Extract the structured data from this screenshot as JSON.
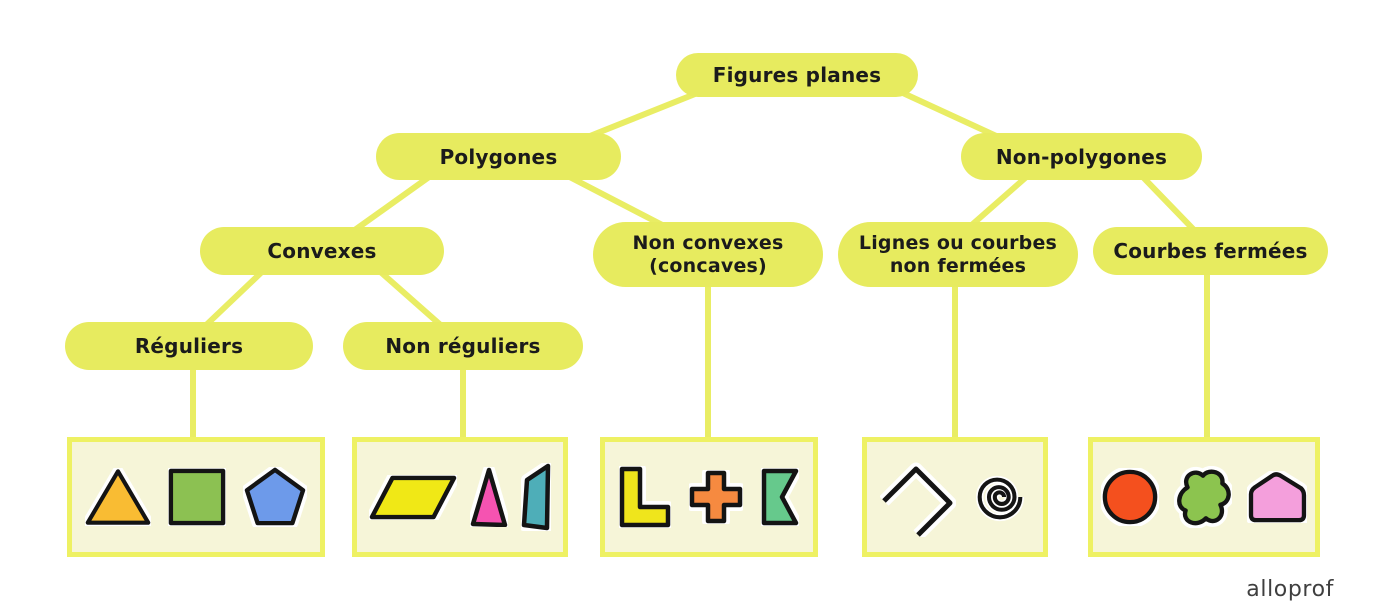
{
  "palette": {
    "node_fill": "#e7eb5f",
    "line_color": "#e9ed64",
    "text_color": "#1b1b1b",
    "box_fill": "#f6f5d8",
    "box_border": "#eef163",
    "background": "#ffffff",
    "logo_color": "#3f3f3f"
  },
  "nodes": {
    "root": {
      "label": "Figures planes"
    },
    "polygones": {
      "label": "Polygones"
    },
    "non_polygones": {
      "label": "Non-polygones"
    },
    "convexes": {
      "label": "Convexes"
    },
    "non_convexes": {
      "label": "Non convexes\n(concaves)"
    },
    "lignes_courbes": {
      "label": "Lignes ou courbes\nnon fermées"
    },
    "courbes_fermees": {
      "label": "Courbes fermées"
    },
    "reguliers": {
      "label": "Réguliers"
    },
    "non_reguliers": {
      "label": "Non réguliers"
    }
  },
  "example_boxes": [
    {
      "parent": "Réguliers",
      "shapes": [
        "equilateral-triangle",
        "square",
        "regular-pentagon"
      ]
    },
    {
      "parent": "Non réguliers",
      "shapes": [
        "parallelogram",
        "scalene-triangle",
        "irregular-quadrilateral"
      ]
    },
    {
      "parent": "Non convexes (concaves)",
      "shapes": [
        "l-shape",
        "cross",
        "notched-polygon"
      ]
    },
    {
      "parent": "Lignes ou courbes non fermées",
      "shapes": [
        "open-polyline",
        "spiral"
      ]
    },
    {
      "parent": "Courbes fermées",
      "shapes": [
        "circle",
        "blob",
        "rounded-closed-curve"
      ]
    }
  ],
  "shape_colors": {
    "equilateral_triangle": "#f9bc33",
    "square": "#8cc152",
    "regular_pentagon": "#6d9aea",
    "parallelogram": "#f0e816",
    "scalene_triangle": "#f553b1",
    "irregular_quadrilateral": "#4eaeb8",
    "l_shape": "#efe51c",
    "cross": "#f68a40",
    "notched_polygon": "#66c98c",
    "open_polyline": "#1a1a1a",
    "spiral": "#1a1a1a",
    "circle": "#f4501e",
    "blob": "#8cc44f",
    "closed_curve": "#f49fdc"
  },
  "logo": {
    "text": "alloprof"
  }
}
